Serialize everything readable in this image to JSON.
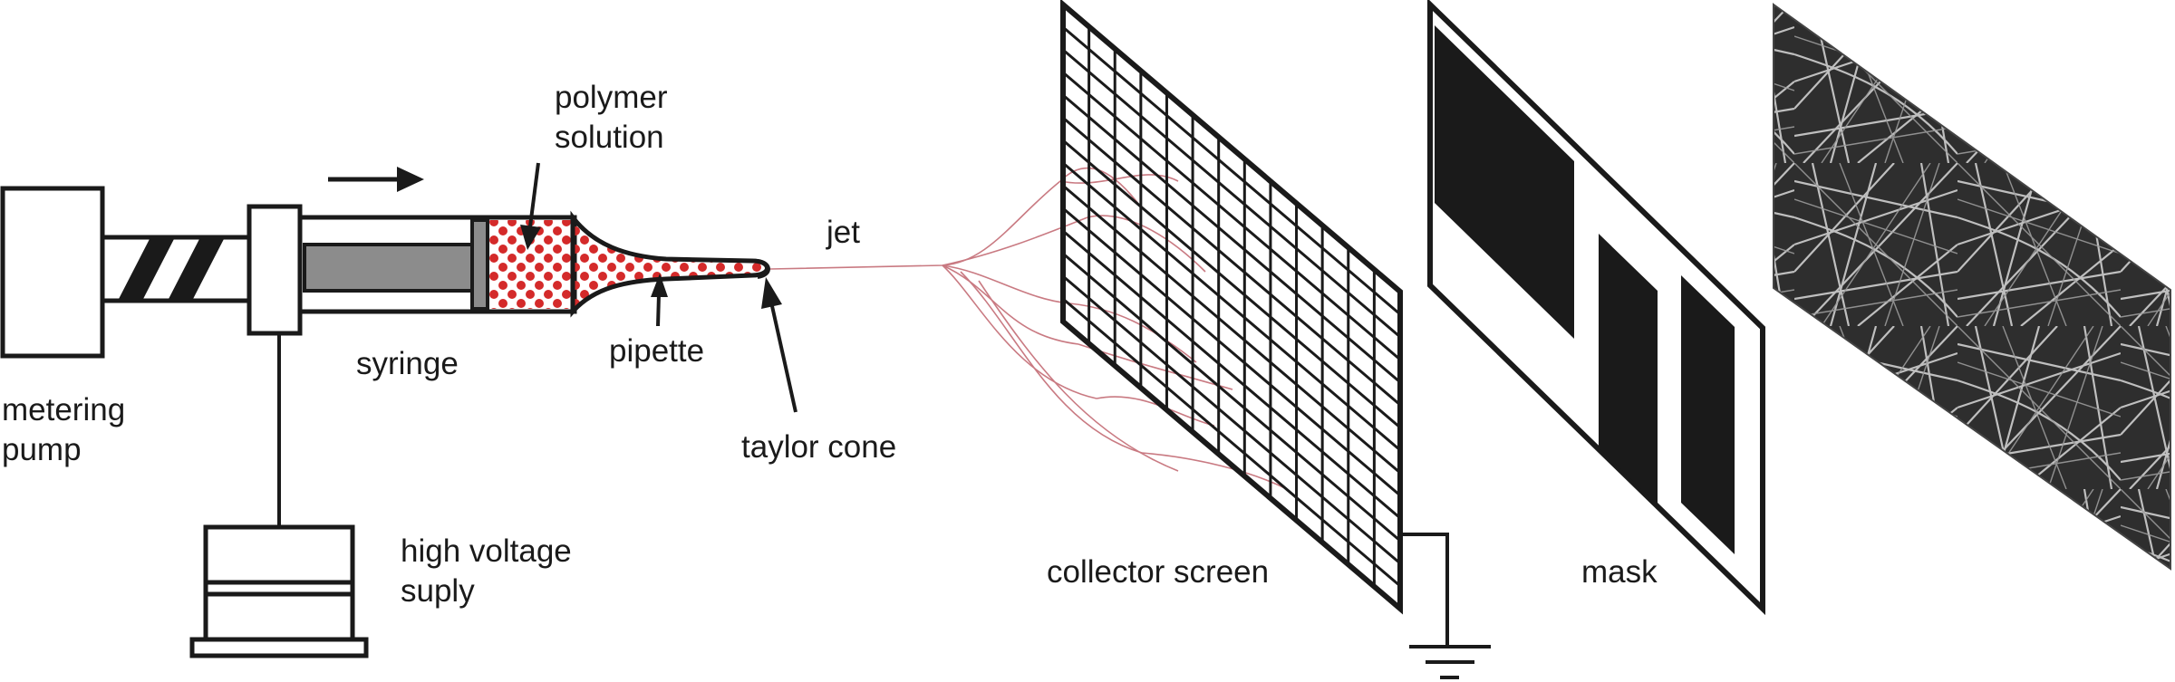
{
  "labels": {
    "polymer_solution": [
      "polymer",
      "solution"
    ],
    "jet": "jet",
    "syringe": "syringe",
    "pipette": "pipette",
    "metering_pump": [
      "metering",
      "pump"
    ],
    "taylor_cone": "taylor cone",
    "high_voltage_supply": [
      "high voltage",
      "suply"
    ],
    "collector_screen": "collector screen",
    "mask": "mask"
  },
  "colors": {
    "line": "#1a1a1a",
    "plunger": "#8c8c8c",
    "solution_dot": "#d42a2a",
    "jet": "#c97a82"
  }
}
